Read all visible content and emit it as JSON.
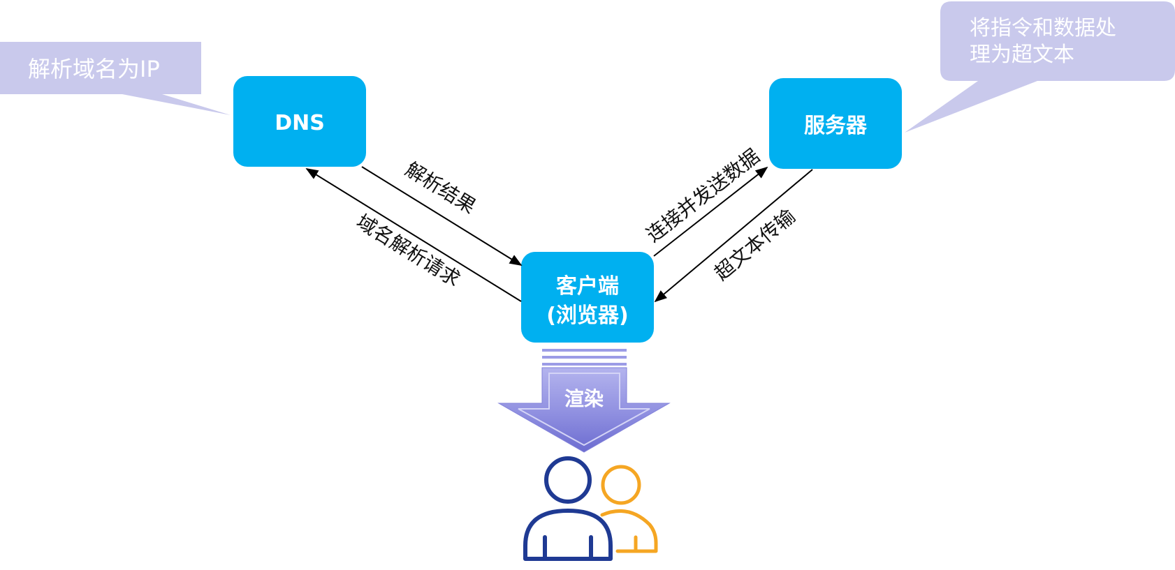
{
  "nodes": {
    "dns": {
      "label": "DNS"
    },
    "server": {
      "label": "服务器"
    },
    "client": {
      "line1": "客户端",
      "line2": "(浏览器)"
    }
  },
  "edges": {
    "resolve_result": "解析结果",
    "resolve_request": "域名解析请求",
    "connect_send": "连接并发送数据",
    "hypertext_transfer": "超文本传输"
  },
  "callouts": {
    "dns_note": "解析域名为IP",
    "server_note_line1": "将指令和数据处",
    "server_note_line2": "理为超文本"
  },
  "render": {
    "label": "渲染"
  },
  "users": {
    "icon": "users-icon"
  },
  "colors": {
    "node": "#00B0F0",
    "callout": "#C9C9EC",
    "arrow_dark": "#6C6CD0",
    "arrow_light": "#B4B4EE",
    "user_primary": "#1F3A93",
    "user_secondary": "#F5A623",
    "edge_line": "#000000"
  }
}
